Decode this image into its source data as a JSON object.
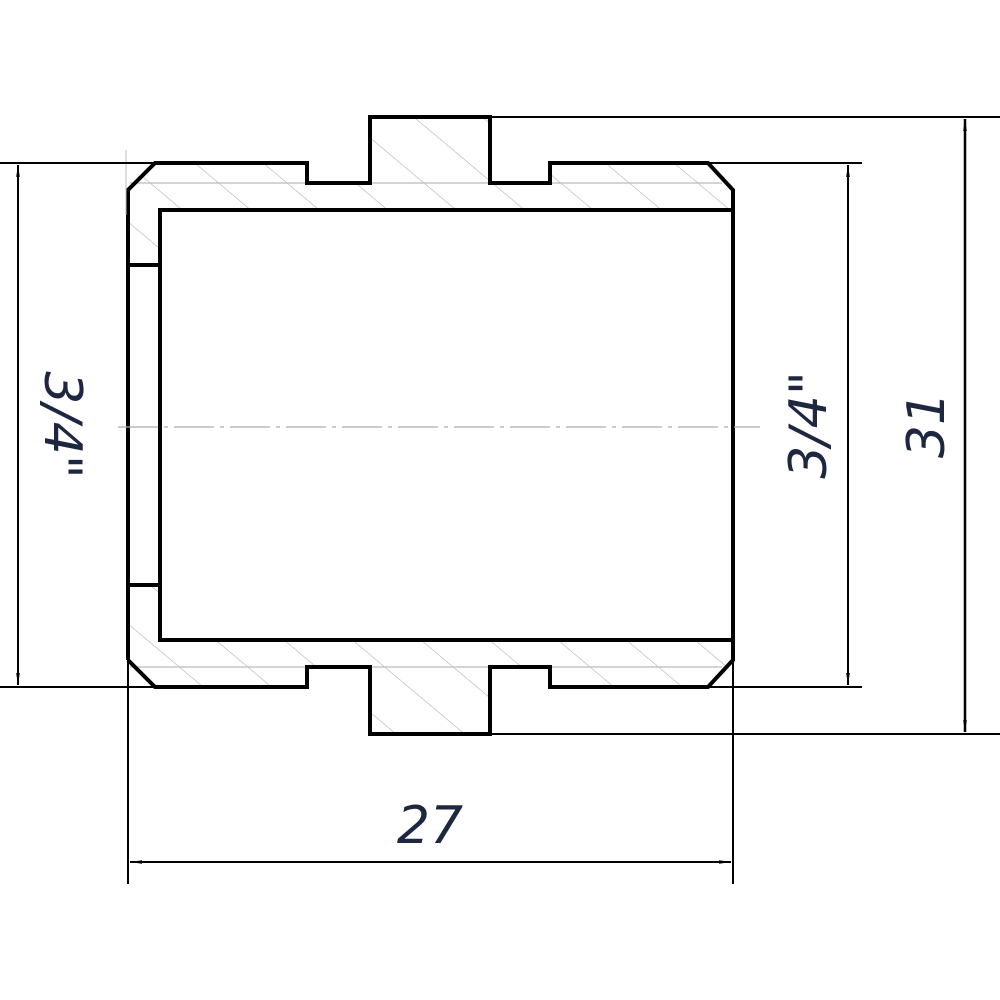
{
  "drawing": {
    "dimensions": {
      "left_thread": "3/4\"",
      "right_thread": "3/4\"",
      "overall_height": "31",
      "length": "27"
    },
    "colors": {
      "line": "#000000",
      "text": "#1e2740",
      "hatch": "#b0b0b0"
    }
  }
}
